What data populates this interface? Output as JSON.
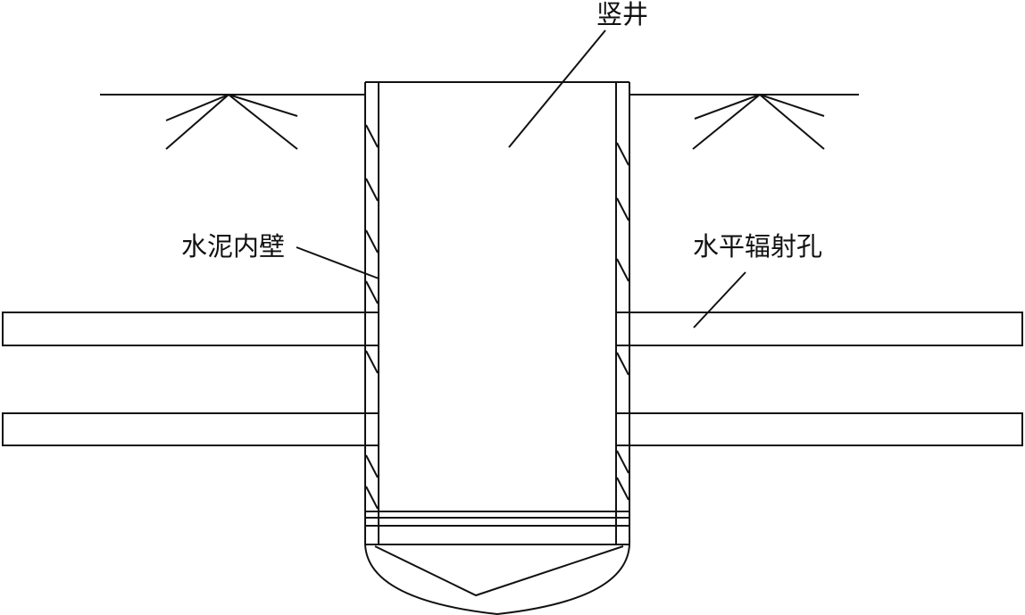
{
  "labels": {
    "shaft": "竖井",
    "cement_wall": "水泥内壁",
    "radial_holes": "水平辐射孔"
  },
  "colors": {
    "stroke": "#111111",
    "background": "#ffffff"
  }
}
